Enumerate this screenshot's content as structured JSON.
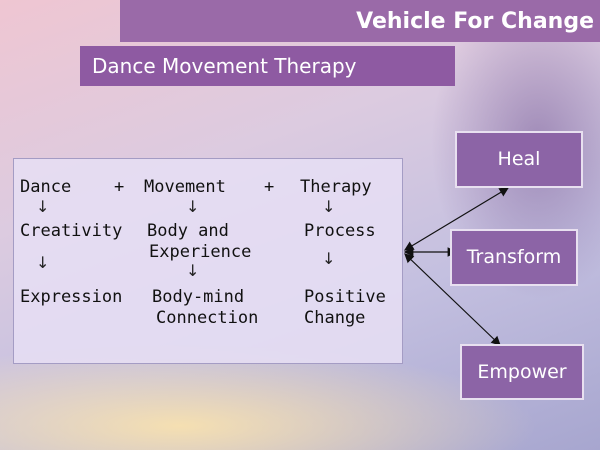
{
  "header": {
    "title": "Vehicle For Change",
    "subtitle": "Dance Movement Therapy"
  },
  "diagram": {
    "row1": {
      "dance": "Dance",
      "plus1": "+",
      "movement": "Movement",
      "plus2": "+",
      "therapy": "Therapy"
    },
    "row2": {
      "col1": "Creativity",
      "col2_line1": "Body and",
      "col2_line2": "Experience",
      "col3": "Process"
    },
    "row3": {
      "col1": "Expression",
      "col2_line1": "Body-mind",
      "col2_line2": "Connection",
      "col3_line1": "Positive",
      "col3_line2": "Change"
    },
    "arrow_glyph": "↓"
  },
  "outcomes": {
    "heal": "Heal",
    "transform": "Transform",
    "empower": "Empower"
  },
  "colors": {
    "title_bar": "#9a6aa8",
    "subtitle_bar": "#8e5aa2",
    "outcome_box": "#8c64a6"
  }
}
